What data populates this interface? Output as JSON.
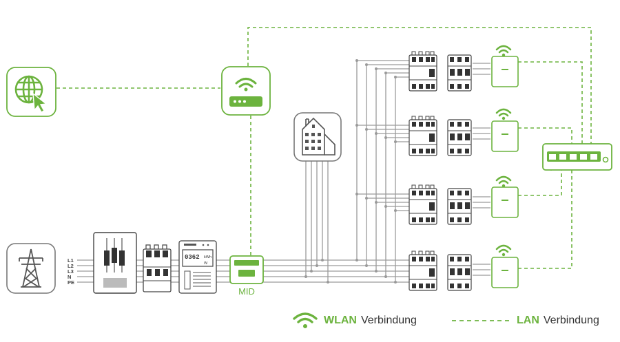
{
  "phase_labels": [
    "L1",
    "L2",
    "L3",
    "N",
    "PE"
  ],
  "meter": {
    "digits": "0362",
    "unit1": "kWh",
    "unit2": "W"
  },
  "mid_label": "MID",
  "legend": {
    "wlan_bold": "WLAN",
    "wlan_text": "Verbindung",
    "lan_bold": "LAN",
    "lan_text": "Verbindung"
  },
  "colors": {
    "accent": "#6cb33e",
    "wire": "#9a9a9a",
    "device": "#555555"
  }
}
